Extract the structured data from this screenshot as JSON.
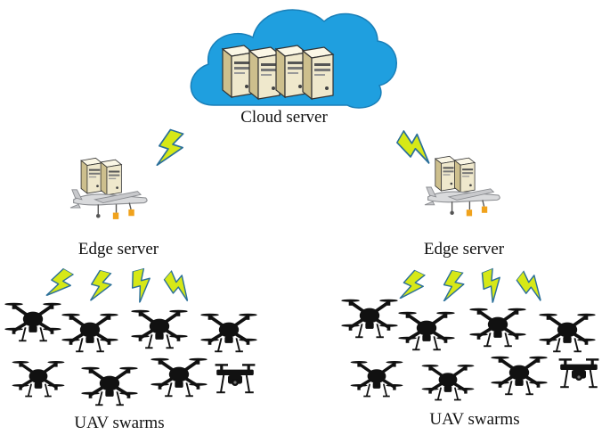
{
  "cloud": {
    "label": "Cloud server",
    "color": "#1f9fdf",
    "icon": "cloud-icon",
    "server_icon": "server-tower-icon",
    "server_count": 4
  },
  "clusters": [
    {
      "edge_label": "Edge server",
      "swarm_label": "UAV swarms",
      "edge_icon": "fixed-wing-uav-server-icon",
      "drone_count": 8
    },
    {
      "edge_label": "Edge server",
      "swarm_label": "UAV swarms",
      "edge_icon": "fixed-wing-uav-server-icon",
      "drone_count": 8
    }
  ],
  "link_icon": "wireless-lightning-icon",
  "link_color": "#d6e817",
  "link_outline": "#2a6f9a",
  "drone_icon": "quadcopter-icon"
}
